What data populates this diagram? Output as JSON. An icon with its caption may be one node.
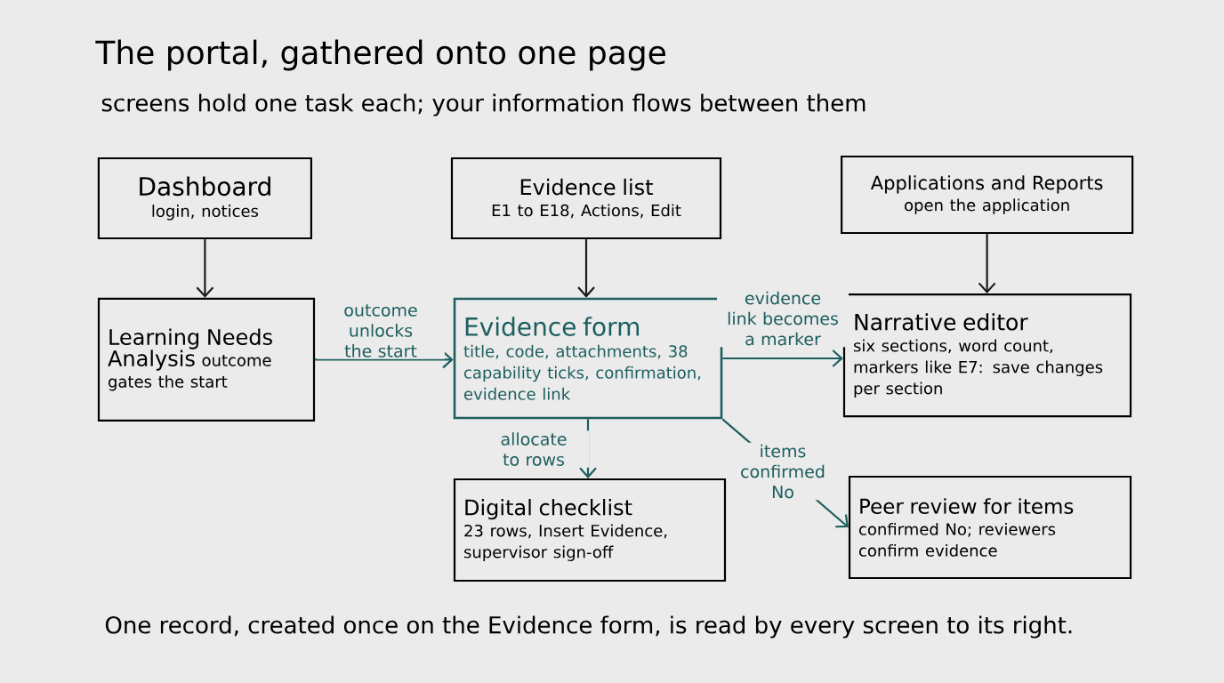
{
  "diagram": {
    "title": "The portal, gathered onto one page",
    "caption": "One record, created once on the Evidence form, is read by every screen to its right.",
    "nodes": [
      {
        "text": [
          "Dashboard",
          "login, notices"
        ]
      },
      {
        "text": [
          "Evidence list",
          "E1 to E18, Actions, Edit"
        ]
      },
      {
        "text": [
          "Applications and Reports",
          "open the application"
        ]
      },
      {
        "text": [
          "Learning Needs Analysis",
          "outcome gates the start"
        ]
      },
      {
        "text": [
          "Evidence form",
          "title, code, attachments, 38 capability ticks, confirmation, evidence link"
        ]
      },
      {
        "text": [
          "Narrative editor",
          "six sections, word count, markers like E7: save changes per section"
        ]
      },
      {
        "text": [
          "Digital checklist",
          "23 rows, Insert Evidence, supervisor sign-off"
        ]
      },
      {
        "text": [
          "Peer review for items",
          "confirmed No; reviewers confirm evidence"
        ]
      }
    ],
    "edges": [
      {
        "from": 0,
        "to": 3,
        "arrow": "to",
        "color": "#1a1a1a"
      },
      {
        "from": 1,
        "to": 4,
        "arrow": "to",
        "color": "#1a1a1a"
      },
      {
        "from": 2,
        "to": 5,
        "arrow": "to",
        "color": "#1a1a1a"
      },
      {
        "from": 3,
        "to": 4,
        "arrow": "to",
        "label": "outcome unlocks the start"
      },
      {
        "from": 4,
        "to": 5,
        "arrow": "to",
        "label": "evidence link becomes a marker"
      },
      {
        "from": 4,
        "to": 6,
        "arrow": "to",
        "label": "allocate to rows"
      },
      {
        "from": 4,
        "to": 7,
        "arrow": "to",
        "label": "items confirmed No"
      }
    ],
    "labels": [
      "screens hold one task each; your information flows between them"
    ]
  }
}
